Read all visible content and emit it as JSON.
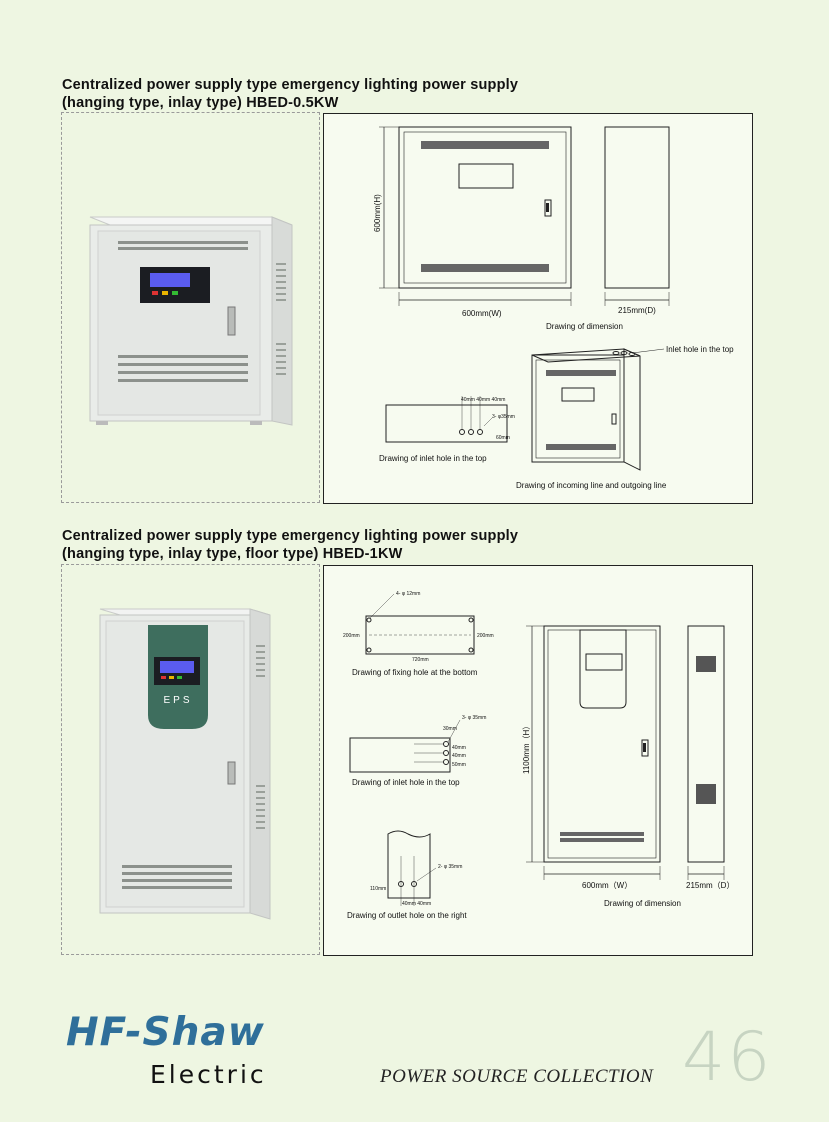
{
  "section1": {
    "title_line1": "Centralized power supply type emergency lighting power supply",
    "title_line2": "(hanging type, inlay type) HBED-0.5KW",
    "labels": {
      "height": "600mm(H)",
      "width": "600mm(W)",
      "depth": "215mm(D)",
      "drawing_dimension": "Drawing of dimension",
      "inlet_hole_top_note": "Inlet hole in the top",
      "inlet_hole_drawing": "Drawing of inlet hole in the top",
      "incoming_outgoing": "Drawing of incoming line and outgoing line",
      "holes_note": "3- φ35mm",
      "dim_60": "60mm",
      "dim_small": "40mm 40mm 40mm"
    }
  },
  "section2": {
    "title_line1": "Centralized power supply type emergency lighting power supply",
    "title_line2": "(hanging type, inlay type, floor type) HBED-1KW",
    "eps_label": "EPS",
    "labels": {
      "fix_note": "4- φ 12mm",
      "fix_left": "200mm",
      "fix_right": "200mm",
      "fix_bottom": "720mm",
      "fixing_drawing": "Drawing of fixing hole at the bottom",
      "inlet_note": "3- φ 35mm",
      "inlet_d1": "30mm",
      "inlet_d2": "40mm",
      "inlet_d3": "40mm",
      "inlet_d4": "50mm",
      "inlet_drawing": "Drawing of inlet hole in the top",
      "outlet_note": "2- φ 35mm",
      "outlet_left": "110mm",
      "outlet_bottom": "40mm  40mm",
      "outlet_drawing": "Drawing of outlet hole on the right",
      "height": "1100mm（H）",
      "width": "600mm（W）",
      "depth": "215mm（D）",
      "drawing_dimension": "Drawing of dimension"
    }
  },
  "footer": {
    "logo_main": "HF-Shaw",
    "logo_sub": "Electric",
    "collection": "POWER SOURCE COLLECTION",
    "page_number": "46"
  },
  "colors": {
    "page_bg": "#eef6e2",
    "cabinet": "#e9ece9",
    "lcd": "#5a5cf0",
    "logo_blue": "#2f6f9a",
    "eps_panel": "#3e6e5e"
  }
}
